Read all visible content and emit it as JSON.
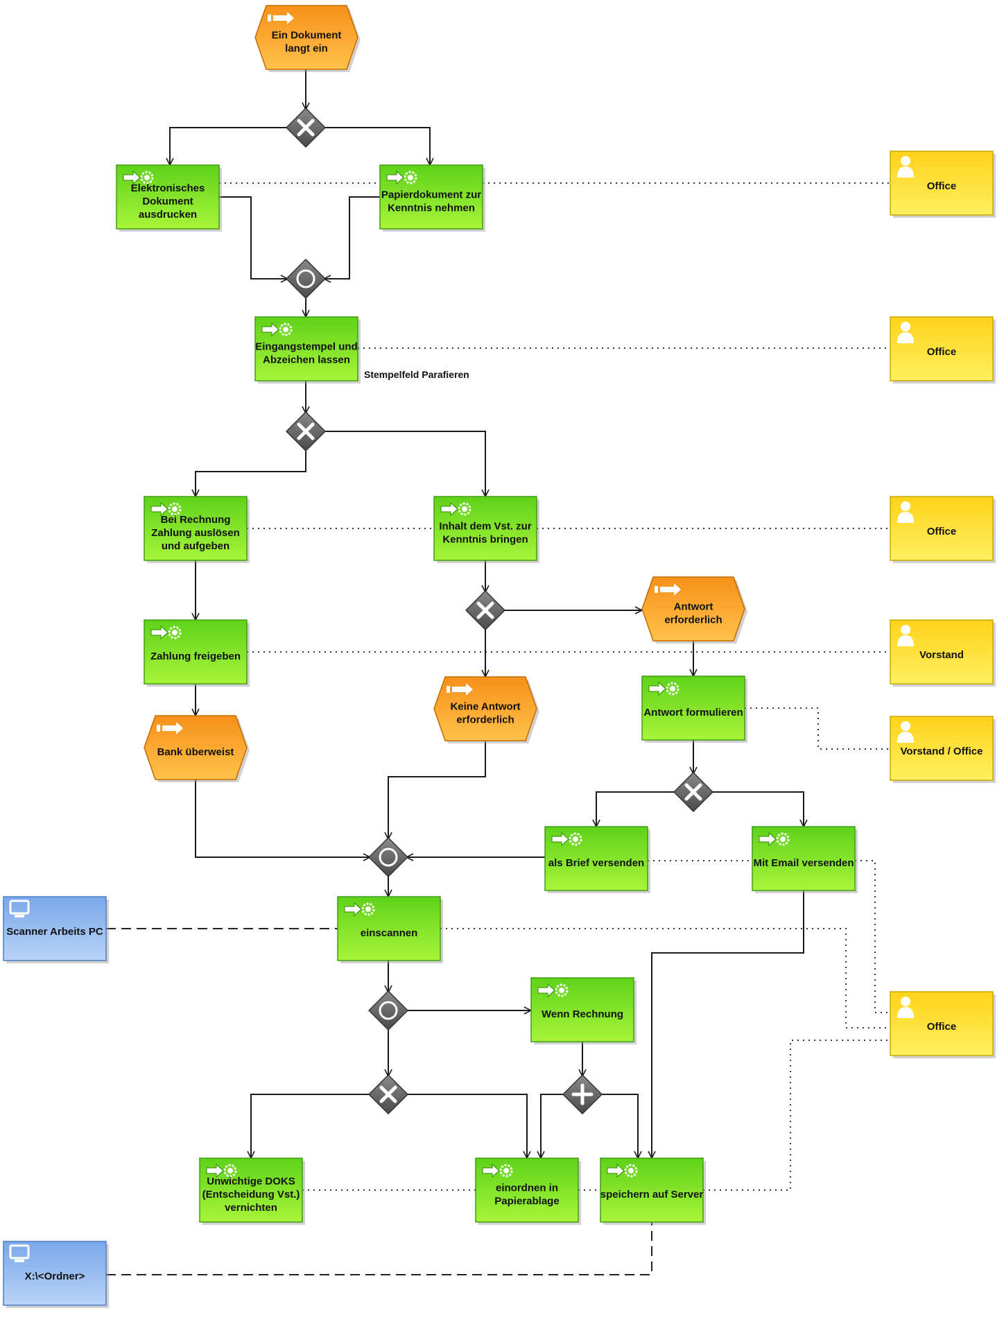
{
  "events": {
    "e1": [
      "Ein Dokument",
      "langt ein"
    ],
    "e2": [
      "Antwort",
      "erforderlich"
    ],
    "e3": [
      "Keine Antwort",
      "erforderlich"
    ],
    "e4": [
      "Bank überweist"
    ]
  },
  "functions": {
    "f1": [
      "Elektronisches",
      "Dokument",
      "ausdrucken"
    ],
    "f2": [
      "Papierdokument zur",
      "Kenntnis nehmen"
    ],
    "f3": [
      "Eingangstempel und",
      "Abzeichen lassen"
    ],
    "f4": [
      "Bei Rechnung",
      "Zahlung auslösen",
      "und aufgeben"
    ],
    "f5": [
      "Inhalt dem Vst. zur",
      "Kenntnis bringen"
    ],
    "f6": [
      "Zahlung  freigeben"
    ],
    "f7": [
      "Antwort formulieren"
    ],
    "f8": [
      "als Brief versenden"
    ],
    "f9": [
      "Mit Email versenden"
    ],
    "f10": [
      "einscannen"
    ],
    "f11": [
      "Wenn Rechnung"
    ],
    "f12": [
      "Unwichtige DOKS",
      "(Entscheidung Vst.)",
      "vernichten"
    ],
    "f13": [
      "einordnen in",
      "Papierablage"
    ],
    "f14": [
      "speichern auf Server"
    ]
  },
  "roles": {
    "r1": [
      "Office"
    ],
    "r2": [
      "Office"
    ],
    "r3": [
      "Office"
    ],
    "r4": [
      "Vorstand"
    ],
    "r5": [
      "Vorstand / Office"
    ],
    "r6": [
      "Office"
    ]
  },
  "systems": {
    "s1": [
      "Scanner Arbeits PC"
    ],
    "s2": [
      "X:\\<Ordner>"
    ]
  },
  "annotations": {
    "stempel": "Stempelfeld Parafieren"
  },
  "connectors": {
    "g1": "XOR",
    "g2": "OR",
    "g3": "XOR",
    "g4": "XOR",
    "g5": "XOR",
    "g6": "OR",
    "g7": "OR",
    "g8": "XOR",
    "g9": "AND"
  },
  "colors": {
    "event": "#f7a21b",
    "function": "#7ee51f",
    "role": "#ffdf1a",
    "system": "#8fb8f0",
    "connector": "#6b6b6b"
  }
}
